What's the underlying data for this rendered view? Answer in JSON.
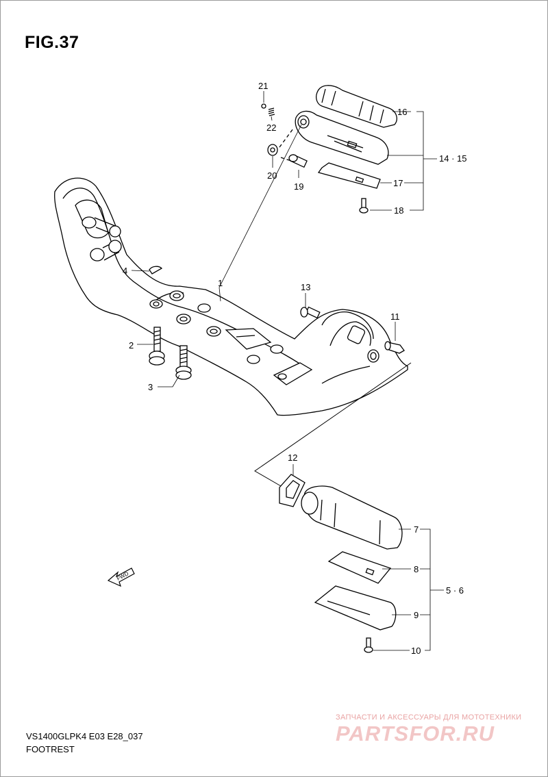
{
  "figure": {
    "title": "FIG.37"
  },
  "callouts": {
    "c1": "1",
    "c2": "2",
    "c3": "3",
    "c4": "4",
    "c7": "7",
    "c8": "8",
    "c9": "9",
    "c10": "10",
    "c11": "11",
    "c12": "12",
    "c13": "13",
    "c14_15": "14 · 15",
    "c16": "16",
    "c17": "17",
    "c18": "18",
    "c19": "19",
    "c20": "20",
    "c21": "21",
    "c22": "22",
    "c5_6": "5 · 6"
  },
  "fwd_label": "FWD",
  "footer": {
    "model_code": "VS1400GLPK4 E03 E28_037",
    "section": "FOOTREST"
  },
  "watermark": {
    "subtitle": "ЗАПЧАСТИ И АКСЕССУАРЫ ДЛЯ МОТОТЕХНИКИ",
    "logo": "PARTSFOR.RU"
  }
}
